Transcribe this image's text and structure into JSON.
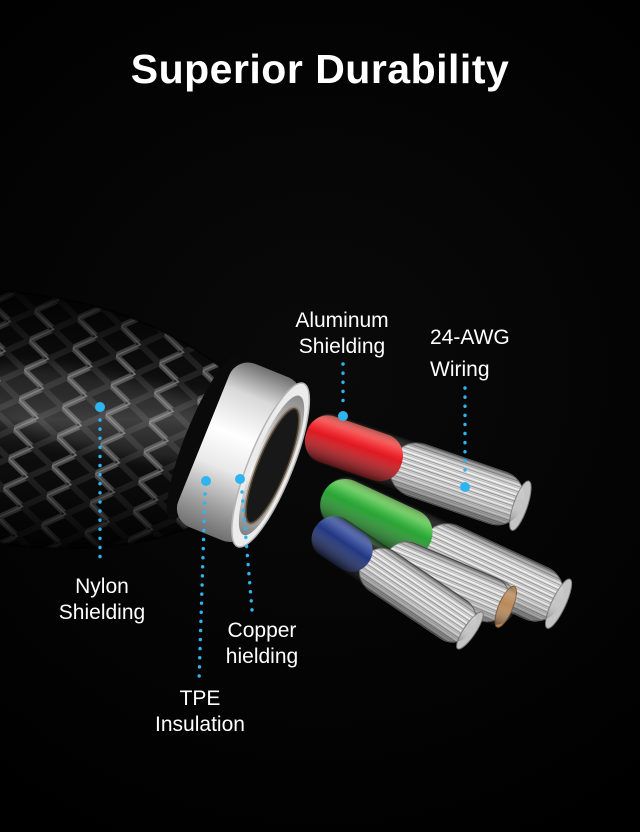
{
  "title": "Superior Durability",
  "labels": {
    "aluminum": {
      "line1": "Aluminum",
      "line2": "Shielding"
    },
    "awg": {
      "line1": "24-AWG",
      "line2": "Wiring"
    },
    "nylon": {
      "line1": "Nylon",
      "line2": "Shielding"
    },
    "copper": {
      "line1": "Copper",
      "line2": "hielding"
    },
    "tpe": {
      "line1": "TPE",
      "line2": "Insulation"
    }
  },
  "colors": {
    "background": "#000000",
    "title_text": "#ffffff",
    "label_text": "#ffffff",
    "leader_line": "#2fb4ef",
    "wire_red": "#ec1c24",
    "wire_green": "#2fae39",
    "wire_blue": "#243a86",
    "tpe_white": "#f2f2f2"
  }
}
